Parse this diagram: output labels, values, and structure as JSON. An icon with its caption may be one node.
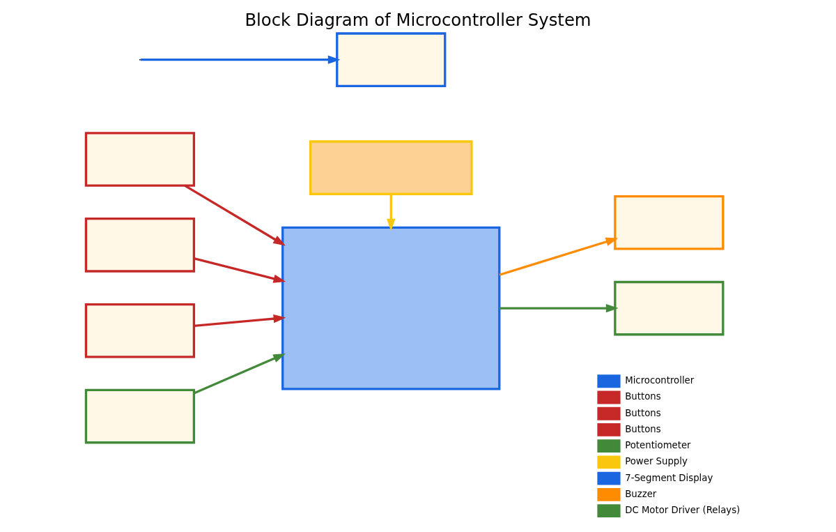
{
  "diagram": {
    "title": "Block Diagram of Microcontroller System",
    "nodes": [
      {
        "text": [],
        "shape": "box"
      },
      {
        "text": [],
        "shape": "box"
      },
      {
        "text": [],
        "shape": "box"
      },
      {
        "text": [],
        "shape": "box"
      },
      {
        "text": [],
        "shape": "box"
      },
      {
        "text": [],
        "shape": "box"
      },
      {
        "text": [],
        "shape": "box"
      },
      {
        "text": [],
        "shape": "box"
      },
      {
        "text": [],
        "shape": "box"
      }
    ],
    "edges": [
      {
        "from": 0,
        "to": 4,
        "arrow": "to",
        "color": "#f9c80e"
      },
      {
        "from": 1,
        "to": 4,
        "arrow": "to",
        "color": "#c62828"
      },
      {
        "from": 3,
        "to": 4,
        "arrow": "to",
        "color": "#c62828"
      },
      {
        "from": 6,
        "to": 4,
        "arrow": "to",
        "color": "#c62828"
      },
      {
        "from": 8,
        "to": 4,
        "arrow": "to",
        "color": "#43893a"
      },
      {
        "from": null,
        "to": 2,
        "arrow": "to",
        "color": "#1a66e0"
      },
      {
        "from": 4,
        "to": 5,
        "arrow": "to",
        "color": "#ff8c00"
      },
      {
        "from": 4,
        "to": 7,
        "arrow": "to",
        "color": "#43893a"
      }
    ],
    "legend": [
      {
        "text": "Microcontroller",
        "color": "#1a66e0"
      },
      {
        "text": "Buttons",
        "color": "#c62828"
      },
      {
        "text": "Buttons",
        "color": "#c62828"
      },
      {
        "text": "Buttons",
        "color": "#c62828"
      },
      {
        "text": "Potentiometer",
        "color": "#43893a"
      },
      {
        "text": "Power Supply",
        "color": "#f9c80e"
      },
      {
        "text": "7-Segment Display",
        "color": "#1a66e0"
      },
      {
        "text": "Buzzer",
        "color": "#ff8c00"
      },
      {
        "text": "DC Motor Driver (Relays)",
        "color": "#43893a"
      }
    ]
  }
}
